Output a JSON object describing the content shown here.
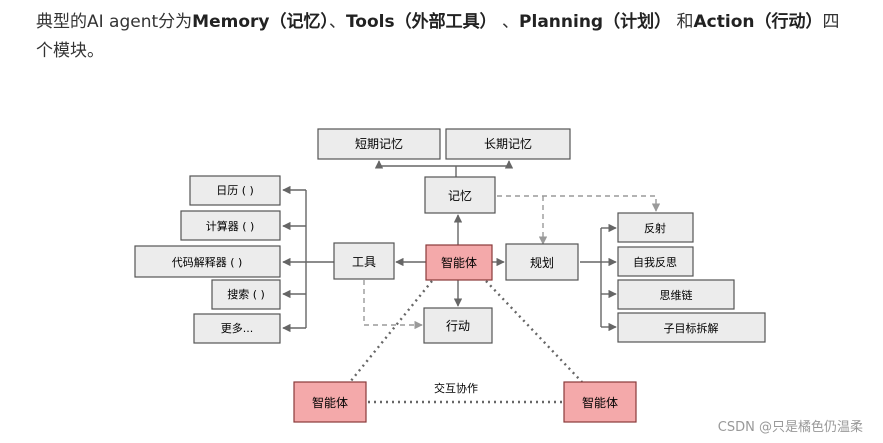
{
  "intro": {
    "t1": "典型的AI agent分为",
    "t2": "Memory（记忆）",
    "t3": "、",
    "t4": "Tools（外部工具）",
    "t5": " 、",
    "t6": "Planning（计划）",
    "t7": " 和",
    "t8": "Action（行动）",
    "t9": "四个模块。"
  },
  "diagram": {
    "short_memory": "短期记忆",
    "long_memory": "长期记忆",
    "memory": "记忆",
    "tools": "工具",
    "agent_center": "智能体",
    "planning": "规划",
    "action": "行动",
    "tool_calendar": "日历 ( )",
    "tool_calculator": "计算器 ( )",
    "tool_interpreter": "代码解释器 ( )",
    "tool_search": "搜索 ( )",
    "tool_more": "更多...",
    "plan_reflection": "反射",
    "plan_self_critique": "自我反思",
    "plan_cot": "思维链",
    "plan_subgoal": "子目标拆解",
    "agent_left": "智能体",
    "agent_right": "智能体",
    "interaction": "交互协作"
  },
  "colors": {
    "box_fill": "#ececec",
    "box_stroke": "#555555",
    "agent_fill": "#f4a9aa",
    "agent_stroke": "#8a3a3a",
    "arrow": "#666666",
    "dashed": "#9a9a9a"
  },
  "watermark": "CSDN @只是橘色仍温柔"
}
